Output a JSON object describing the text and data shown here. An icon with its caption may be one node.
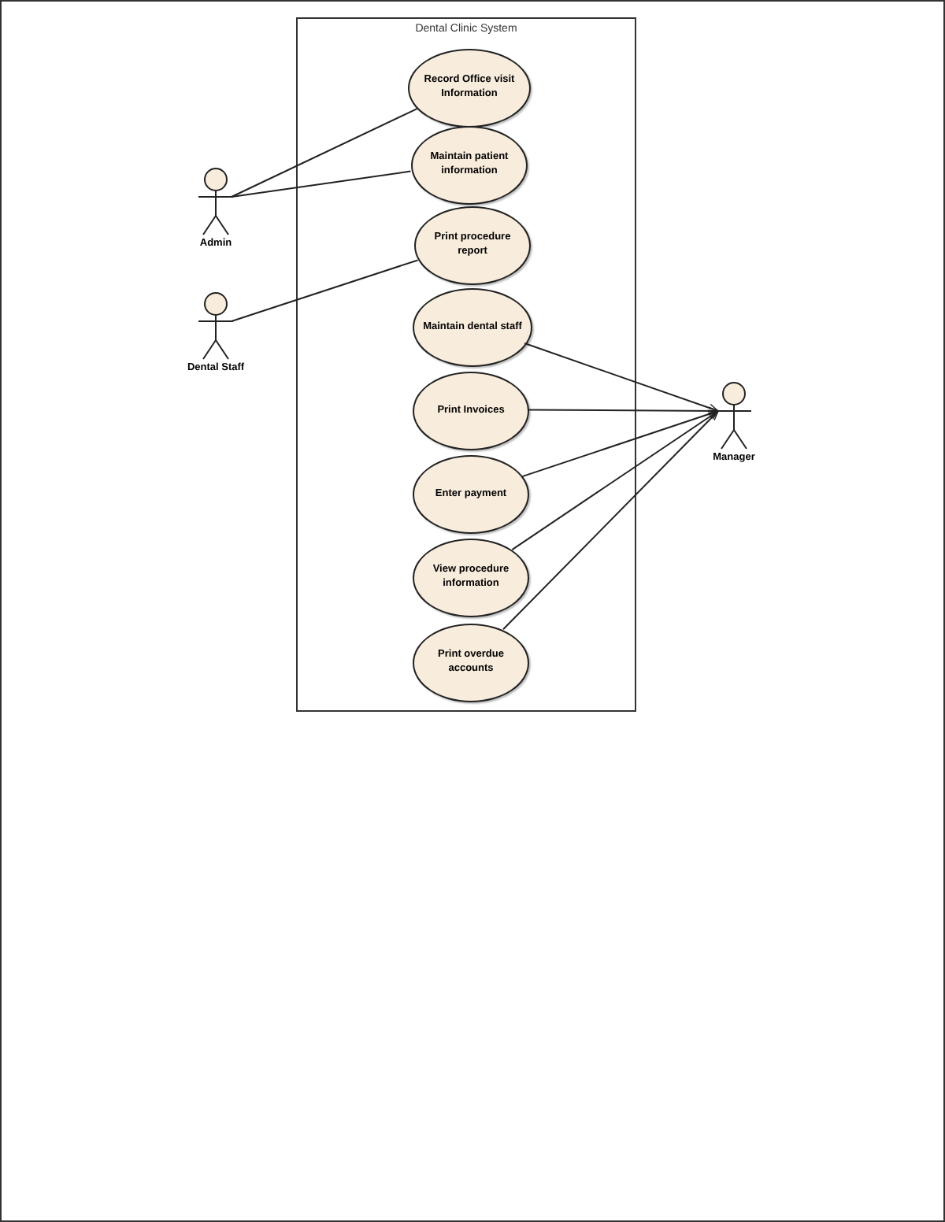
{
  "diagram": {
    "nodes": [
      {
        "text": [
          "Dental Clinic System"
        ]
      },
      {
        "text": [
          "Record Office visit Information"
        ],
        "in": 0
      },
      {
        "text": [
          "Maintain patient information"
        ],
        "in": 0
      },
      {
        "text": [
          "Print procedure report"
        ],
        "in": 0
      },
      {
        "text": [
          "Maintain dental staff"
        ],
        "in": 0
      },
      {
        "text": [
          "Print Invoices"
        ],
        "in": 0
      },
      {
        "text": [
          "Enter payment"
        ],
        "in": 0
      },
      {
        "text": [
          "View procedure information"
        ],
        "in": 0
      },
      {
        "text": [
          "Print overdue accounts"
        ],
        "in": 0
      },
      {
        "text": [
          "Admin"
        ]
      },
      {
        "text": [
          "Dental Staff"
        ]
      },
      {
        "text": [
          "Manager"
        ]
      }
    ],
    "edges": [
      {
        "from": 9,
        "to": 1,
        "arrow": "none"
      },
      {
        "from": 9,
        "to": 2,
        "arrow": "none"
      },
      {
        "from": 10,
        "to": 3,
        "arrow": "none"
      },
      {
        "from": 4,
        "to": 11,
        "arrow": "to"
      },
      {
        "from": 5,
        "to": 11,
        "arrow": "to"
      },
      {
        "from": 6,
        "to": 11,
        "arrow": "to"
      },
      {
        "from": 7,
        "to": 11,
        "arrow": "to"
      },
      {
        "from": 8,
        "to": 11,
        "arrow": "to"
      }
    ]
  }
}
